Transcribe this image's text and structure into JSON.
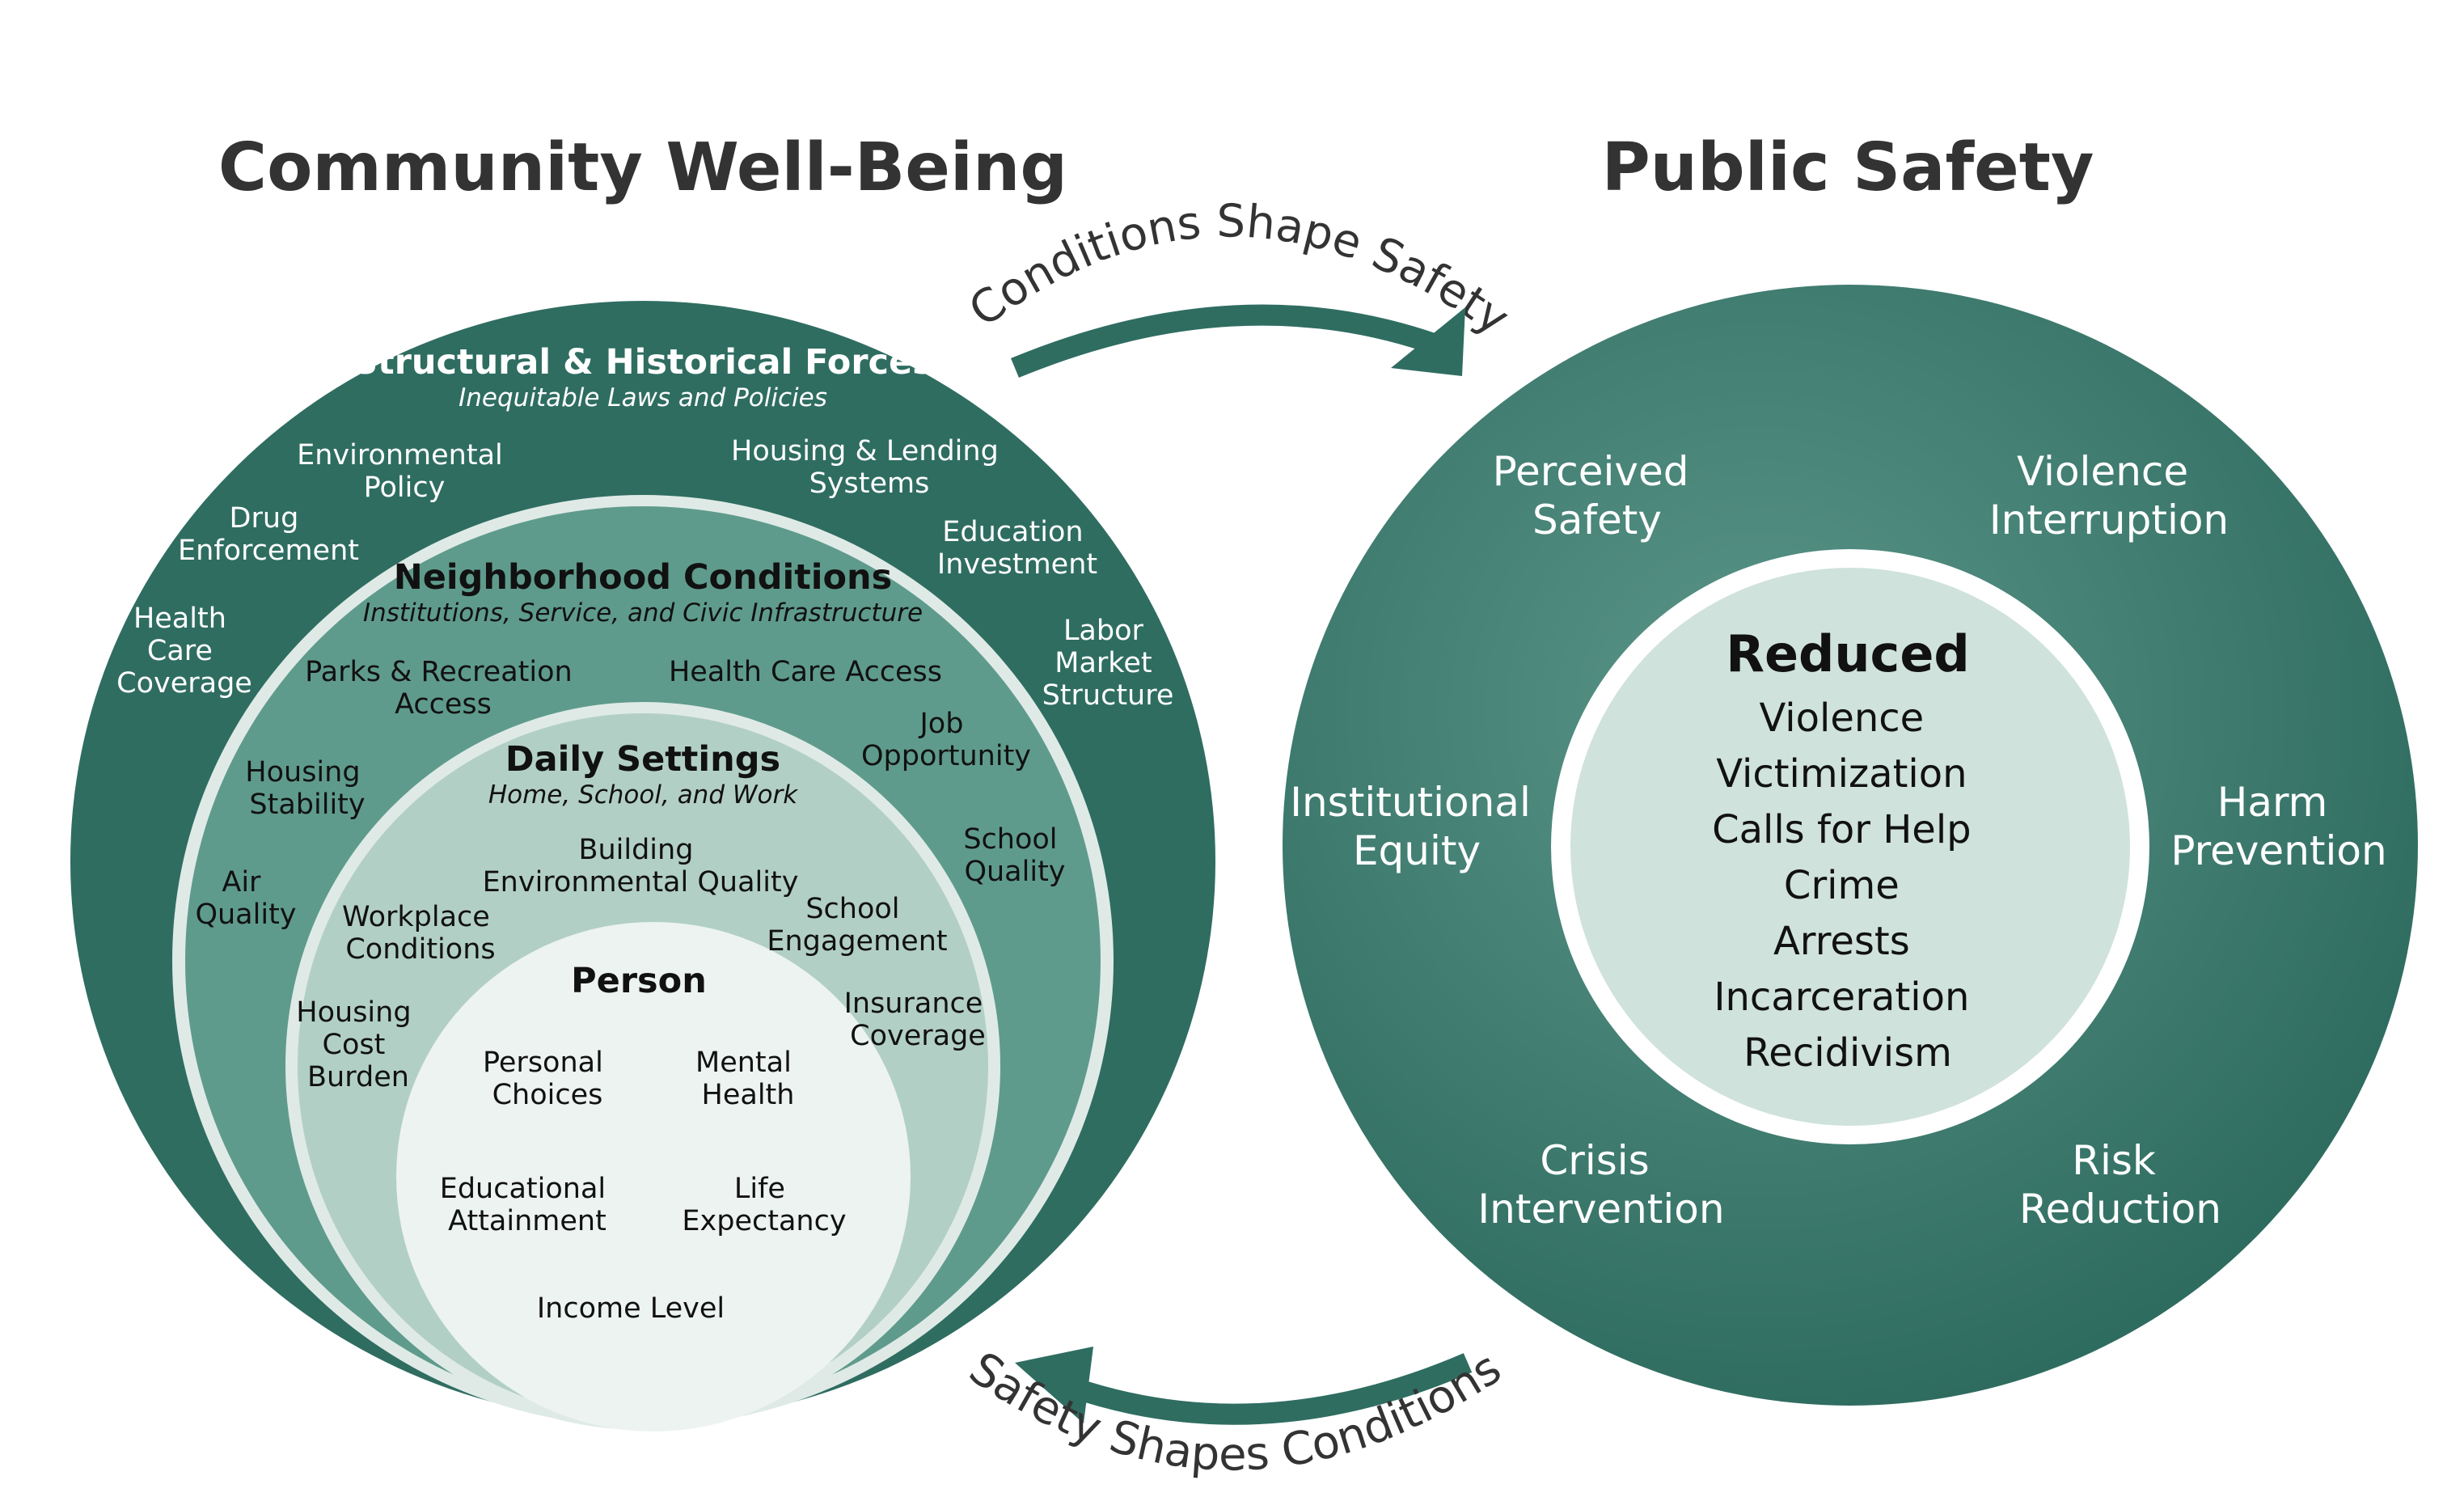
{
  "titles": {
    "left": "Community Well-Being",
    "right": "Public Safety"
  },
  "arcs": {
    "top": "Conditions Shape Safety",
    "bottom": "Safety Shapes Conditions"
  },
  "structural": {
    "title": "Structural & Historical Forces",
    "subtitle": "Inequitable Laws and Policies",
    "items": {
      "environmental_policy": [
        "Environmental",
        "Policy"
      ],
      "housing_lending": [
        "Housing & Lending",
        "Systems"
      ],
      "drug_enforcement": [
        "Drug",
        "Enforcement"
      ],
      "education_investment": [
        "Education",
        "Investment"
      ],
      "health_care_coverage": [
        "Health",
        "Care",
        "Coverage"
      ],
      "labor_market": [
        "Labor",
        "Market",
        "Structure"
      ]
    }
  },
  "neighborhood": {
    "title": "Neighborhood Conditions",
    "subtitle": "Institutions, Service, and Civic Infrastructure",
    "items": {
      "parks": [
        "Parks & Recreation",
        "Access"
      ],
      "health_access": [
        "Health Care Access"
      ],
      "job": [
        "Job",
        "Opportunity"
      ],
      "housing_stability": [
        "Housing",
        "Stability"
      ],
      "school_quality": [
        "School",
        "Quality"
      ],
      "air_quality": [
        "Air",
        "Quality"
      ]
    }
  },
  "daily": {
    "title": "Daily Settings",
    "subtitle": "Home, School, and Work",
    "items": {
      "building": [
        "Building",
        "Environmental Quality"
      ],
      "workplace": [
        "Workplace",
        "Conditions"
      ],
      "school_engagement": [
        "School",
        "Engagement"
      ],
      "housing_cost": [
        "Housing",
        "Cost",
        "Burden"
      ],
      "insurance": [
        "Insurance",
        "Coverage"
      ]
    }
  },
  "person": {
    "title": "Person",
    "items": {
      "personal_choices": [
        "Personal",
        "Choices"
      ],
      "mental_health": [
        "Mental",
        "Health"
      ],
      "education": [
        "Educational",
        "Attainment"
      ],
      "life_expectancy": [
        "Life",
        "Expectancy"
      ],
      "income": [
        "Income Level"
      ]
    }
  },
  "public_safety": {
    "perceived": [
      "Perceived",
      "Safety"
    ],
    "violence_interruption": [
      "Violence",
      "Interruption"
    ],
    "institutional_equity": [
      "Institutional",
      "Equity"
    ],
    "harm_prevention": [
      "Harm",
      "Prevention"
    ],
    "crisis_intervention": [
      "Crisis",
      "Intervention"
    ],
    "risk_reduction": [
      "Risk",
      "Reduction"
    ]
  },
  "reduced": {
    "title": "Reduced",
    "items": [
      "Violence",
      "Victimization",
      "Calls for Help",
      "Crime",
      "Arrests",
      "Incarceration",
      "Recidivism"
    ]
  },
  "colors": {
    "dark_green": "#2f6d61",
    "mid_green": "#5f9b8c",
    "light_green": "#b2cfc6",
    "pale_green": "#cfe2db",
    "near_white": "#edf3f1",
    "ring_light": "#dfeae6"
  }
}
